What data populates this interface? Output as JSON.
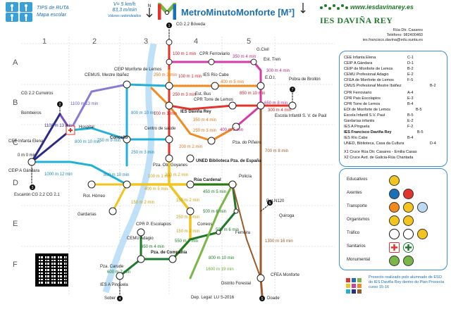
{
  "header": {
    "tips_line1": "TIPS de RUTA",
    "tips_line2": "Mapa escolar",
    "speed_line1": "V= 5 km/h",
    "speed_line2": "83,3 m/min",
    "speed_line3": "Valores redondeados",
    "title": "MetroMinutoMonforte",
    "title_suffix": "[M³]",
    "website": "www.iesdavinarey.es",
    "school_name": "IES DAVIÑA REY",
    "address_line1": "Rúa Dtr. Casares",
    "address_line2": "Teléfono: 982400460",
    "address_line3": "ies.francisco.davina@edu.xunta.es"
  },
  "grid": {
    "columns": [
      "1",
      "2",
      "3",
      "4",
      "5"
    ],
    "rows": [
      "A",
      "B",
      "C",
      "D",
      "E",
      "F"
    ]
  },
  "places_legend": [
    {
      "name": "CEE Infanta Elena",
      "code": "C-1"
    },
    {
      "name": "CEIP A Gándara",
      "code": "D-1"
    },
    {
      "name": "CEIP de Monforte de Lemos",
      "code": "B-2"
    },
    {
      "name": "CEMU Profesional Adagio",
      "code": "E-2"
    },
    {
      "name": "CFEA de Monforte de Lemos",
      "code": "F-5"
    },
    {
      "name": "CMUS Profesional Mestre Ibáñez",
      "code": "B-2"
    },
    {
      "name": "CPR Ferroviario",
      "code": "A-4"
    },
    {
      "name": "CPR Pais Escolapios",
      "code": "E-3"
    },
    {
      "name": "CPR Torre de Lemos",
      "code": "B-4"
    },
    {
      "name": "EOI de Monforte de Lemos",
      "code": "B-5"
    },
    {
      "name": "Escola Infantil S.V. Paul",
      "code": "B-5"
    },
    {
      "name": "Gardarías infantis",
      "code": "E-2"
    },
    {
      "name": "IES A Pinguela",
      "code": "F-2"
    },
    {
      "name": "IES Francisco Daviña Rey",
      "code": "B-5"
    },
    {
      "name": "IES Río Cabe",
      "code": "B-4"
    },
    {
      "name": "UNED, Biblioteca, Casa da Cultura",
      "code": "D-4"
    },
    {
      "name": "X1 Cruce Rúa Dtr. Casares - Emilia Casas",
      "code": ""
    },
    {
      "name": "X2 Cruce Avd. de Galicia-Rúa Chantada",
      "code": ""
    }
  ],
  "icon_legend": [
    {
      "label": "Educativos",
      "icons": [
        "school-icon"
      ]
    },
    {
      "label": "Axentes",
      "icons": [
        "police-icon"
      ]
    },
    {
      "label": "Transporte",
      "icons": [
        "bus-icon",
        "train-icon",
        "taxi-icon"
      ]
    },
    {
      "label": "Organismos",
      "icons": [
        "building-icon",
        "town-hall-icon"
      ]
    },
    {
      "label": "Tráfico",
      "icons": [
        "roundabout-icon",
        "crossing-icon",
        "traffic-light-icon"
      ]
    },
    {
      "label": "Sanitarios",
      "icons": [
        "hospital-icon",
        "health-center-icon"
      ]
    },
    {
      "label": "Monumental",
      "icons": [
        "monument-icon",
        "castle-icon"
      ]
    }
  ],
  "credits": "Proxecto realizado polo alumnado de ESO do IES Daviña Rey dentro do Plan Proxecta curso 15-16",
  "legal": "Dep. Legal: LU S-2016",
  "map": {
    "stations": [
      {
        "label": "CG 2.2 Bóveda",
        "badge": "1"
      },
      {
        "label": "CPR Ferroviario"
      },
      {
        "label": "G.Civil"
      },
      {
        "label": "Est. Tren"
      },
      {
        "label": "CEMUS. Mestre Ibáñez"
      },
      {
        "label": "CEIP Monforte de Lemos"
      },
      {
        "label": "IES Río Cabe"
      },
      {
        "label": "Est. Bus"
      },
      {
        "label": "CPR Torre de Lemos"
      },
      {
        "label": "E.O.I."
      },
      {
        "label": "Pobra de Brollón",
        "badge": "7"
      },
      {
        "label": "CG 2.2 Curreiros",
        "badge": "2"
      },
      {
        "label": "Bombeiros"
      },
      {
        "label": "Hospital"
      },
      {
        "label": "IES Daviña Rey"
      },
      {
        "label": "Escola Infantil S. V. de Paúl"
      },
      {
        "label": "CEE Infanta Elena"
      },
      {
        "label": "Concello"
      },
      {
        "label": "Centro de saúde"
      },
      {
        "label": "Pza. do Piñeiro"
      },
      {
        "label": "CEIP A Gándara"
      },
      {
        "label": "Pza. Otr. Goyanes"
      },
      {
        "label": "UNED Biblioteca Pza. de España"
      },
      {
        "label": "Policía"
      },
      {
        "label": "Escairón CG 2.2 CG 2.1",
        "badge": "3"
      },
      {
        "label": "Rot. Hórreo"
      },
      {
        "label": "Rúa Cardenal"
      },
      {
        "label": "Rot.N120",
        "badge": "6"
      },
      {
        "label": "Gardarías"
      },
      {
        "label": "CPR P. Escolapios"
      },
      {
        "label": "Correos"
      },
      {
        "label": "Ferreira"
      },
      {
        "label": "Quiroga"
      },
      {
        "label": "CEMU Adagio"
      },
      {
        "label": "Pza. de Compañía"
      },
      {
        "label": "Pza. Carude"
      },
      {
        "label": "IES A Pinguela"
      },
      {
        "label": "Distrito Forestal"
      },
      {
        "label": "CFEA Monforte"
      },
      {
        "label": "Sober",
        "badge": "4"
      },
      {
        "label": "Doade",
        "badge": "5"
      }
    ],
    "segments": [
      "100 m 1 min",
      "350 m 4 min",
      "250 m 3 min",
      "400 m 5 min",
      "100 m 1 min",
      "250 m 3 min",
      "300 m 4 min",
      "850 m 10 min",
      "650 m 8 min",
      "300 m 4 min",
      "1100 m 13 min",
      "800 m 10 min",
      "1100 m 13 min",
      "1000 m 12 min",
      "0 m 0 min",
      "800 m 10 min",
      "750 m 9 min",
      "800 m 10 min",
      "250 m 3 min",
      "200 m 2 min",
      "400 m 5 min",
      "350 m 4 min",
      "100 m 1 min",
      "250 m 3 min",
      "400 m 5 min",
      "150 m 2 min",
      "700 m 8 min",
      "450 m 5 min",
      "500 m 6 min",
      "150 m 2 min",
      "100 m 1 min",
      "200 m 2 min",
      "250 m 3 min",
      "150 m 2 min",
      "500 m 6 min",
      "550 m 7 min",
      "350 m 4 min",
      "800 m 10 min",
      "600 m 7 min",
      "1600 m 19 min",
      "1300 m 16 min"
    ]
  }
}
